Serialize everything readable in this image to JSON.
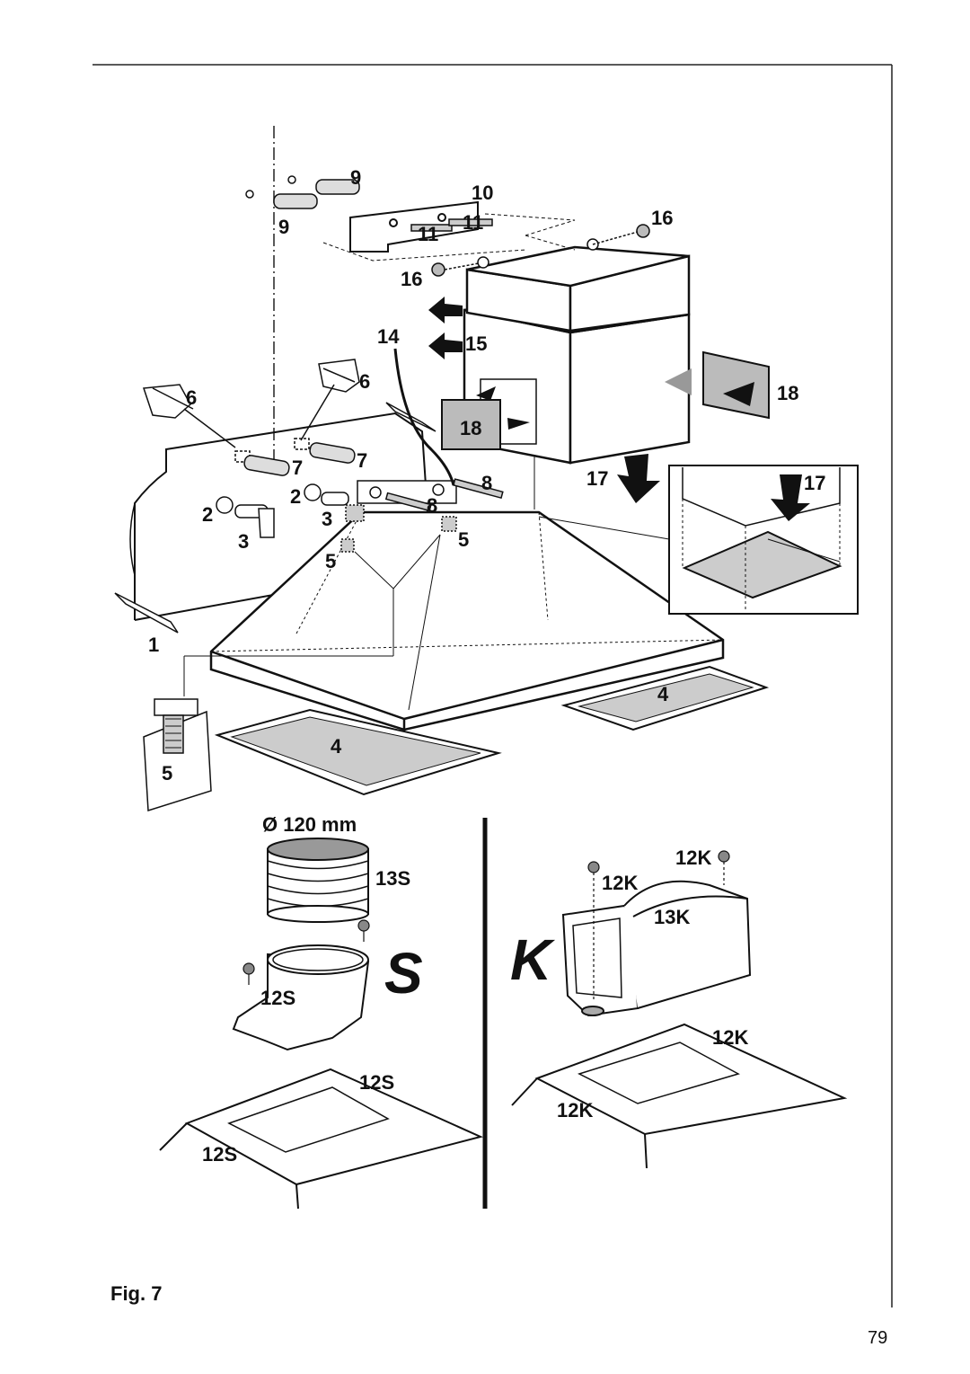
{
  "figure_caption": "Fig. 7",
  "page_number": "79",
  "labels": {
    "l1": "1",
    "l2a": "2",
    "l2b": "2",
    "l3a": "3",
    "l3b": "3",
    "l4a": "4",
    "l4b": "4",
    "l5a": "5",
    "l5b": "5",
    "l5c": "5",
    "l6a": "6",
    "l6b": "6",
    "l7a": "7",
    "l7b": "7",
    "l8a": "8",
    "l8b": "8",
    "l9a": "9",
    "l9b": "9",
    "l10": "10",
    "l11a": "11",
    "l11b": "11",
    "l14": "14",
    "l15": "15",
    "l16a": "16",
    "l16b": "16",
    "l17a": "17",
    "l17b": "17",
    "l18a": "18",
    "l18b": "18",
    "diameter": "Ø 120 mm",
    "l13s": "13S",
    "l12s_a": "12S",
    "l12s_b": "12S",
    "l12s_c": "12S",
    "letter_s": "S",
    "letter_k": "K",
    "l12k_a": "12K",
    "l12k_b": "12K",
    "l12k_c": "12K",
    "l12k_d": "12K",
    "l13k": "13K"
  }
}
